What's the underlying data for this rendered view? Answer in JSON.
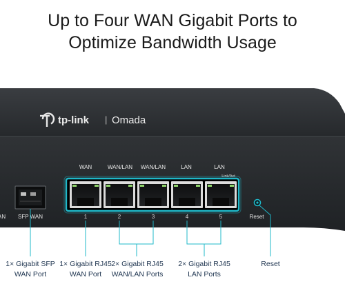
{
  "headline": {
    "line1": "Up to Four WAN Gigabit Ports to",
    "line2": "Optimize Bandwidth Usage"
  },
  "device": {
    "logo_brand": "tp-link",
    "logo_divider": "|",
    "logo_product": "Omada",
    "port_labels": [
      "WAN",
      "WAN/LAN",
      "WAN/LAN",
      "LAN",
      "LAN"
    ],
    "link_act_label": "Link/Act",
    "port_numbers": [
      "1",
      "2",
      "3",
      "4",
      "5"
    ],
    "sfp_label": "SFP WAN",
    "left_edge_label": "AN",
    "reset_label": "Reset"
  },
  "callouts": {
    "sfp": {
      "line1": "1× Gigabit SFP",
      "line2": "WAN Port"
    },
    "rj45_wan": {
      "line1": "1× Gigabit RJ45",
      "line2": "WAN Port"
    },
    "wan_lan": {
      "line1": "2× Gigabit RJ45",
      "line2": "WAN/LAN Ports"
    },
    "lan": {
      "line1": "2× Gigabit RJ45",
      "line2": "LAN Ports"
    },
    "reset": {
      "line1": "Reset"
    }
  },
  "colors": {
    "highlight": "#1fb8c9",
    "chassis": "#2b2e31",
    "callout_text": "#1f3550"
  }
}
